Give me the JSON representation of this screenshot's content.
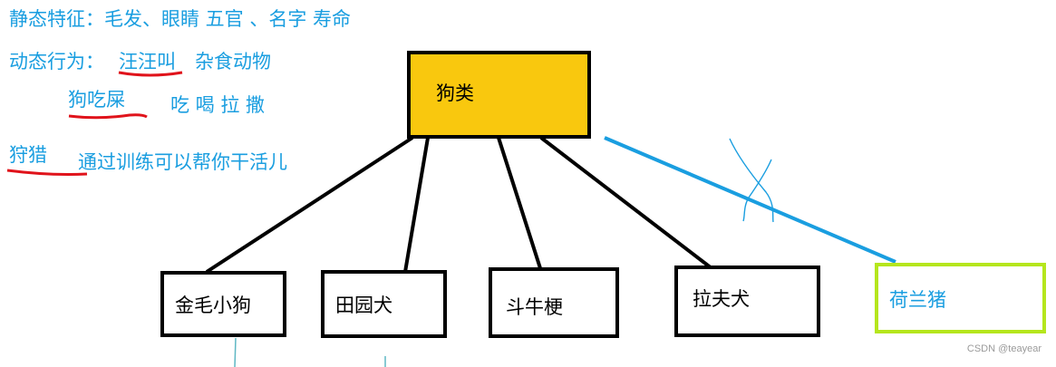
{
  "notes": {
    "static_features": "静态特征：毛发、眼睛 五官 、名字 寿命",
    "dynamic_prefix": "动态行为：",
    "bark": "汪汪叫",
    "omnivore": "杂食动物",
    "eat_poop": "狗吃屎",
    "eat_drink": "吃 喝 拉 撒",
    "hunting": "狩猎",
    "training": "通过训练可以帮你干活儿"
  },
  "parent": {
    "label": "狗类"
  },
  "children": [
    {
      "label": "金毛小狗"
    },
    {
      "label": "田园犬"
    },
    {
      "label": "斗牛梗"
    },
    {
      "label": "拉夫犬"
    }
  ],
  "rejected": {
    "label": "荷兰猪"
  },
  "watermark": "CSDN @teayear",
  "colors": {
    "annotation_blue": "#1a9ee0",
    "underline_red": "#e0131b",
    "parent_fill": "#f9c80e",
    "rejected_border": "#b5e61d",
    "line_black": "#000000",
    "rejected_line": "#1a9ee0"
  }
}
